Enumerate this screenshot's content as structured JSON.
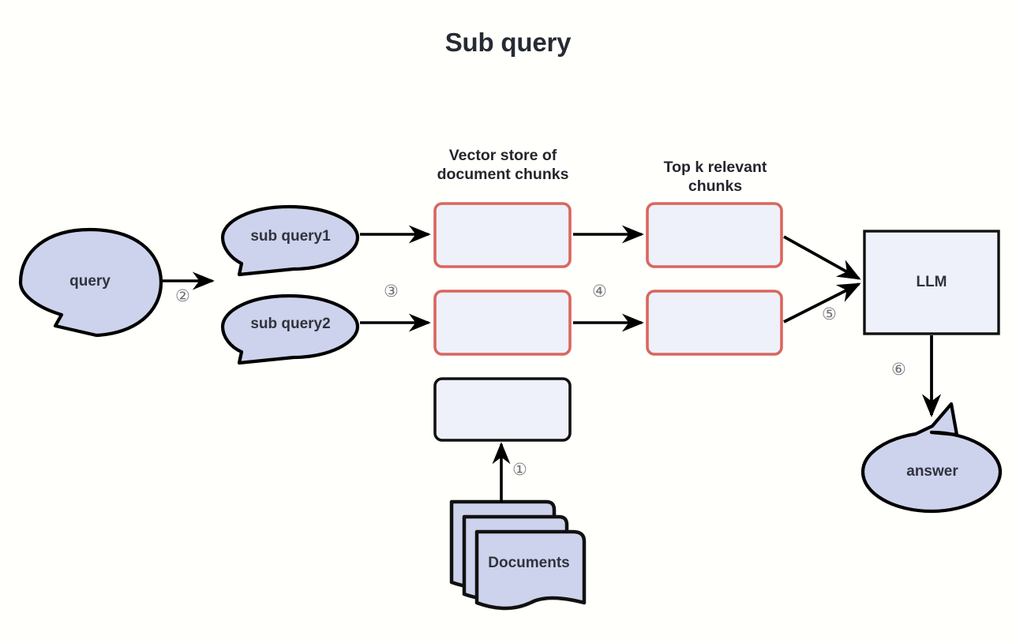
{
  "page": {
    "title": "Sub query",
    "background_color": "#fffffc",
    "text_color": "#262a33"
  },
  "palette": {
    "bubble_fill": "#cdd3ec",
    "bubble_stroke": "#000000",
    "box_fill": "#eef1f9",
    "box_stroke_red": "#d9665e",
    "box_stroke_black": "#111111",
    "arrow_color": "#000000",
    "step_marker_color": "#6f7278"
  },
  "captions": {
    "vector_store": "Vector store of\ndocument chunks",
    "top_k": "Top k relevant\nchunks"
  },
  "nodes": {
    "query": "query",
    "sub_query1": "sub query1",
    "sub_query2": "sub query2",
    "llm": "LLM",
    "answer": "answer",
    "documents": "Documents"
  },
  "steps": {
    "s1": "①",
    "s2": "②",
    "s3": "③",
    "s4": "④",
    "s5": "⑤",
    "s6": "⑥"
  },
  "flow": [
    {
      "step": "①",
      "from": "Documents",
      "to": "chunk-box-3"
    },
    {
      "step": "②",
      "from": "query",
      "to": "sub query1 / sub query2"
    },
    {
      "step": "③",
      "from": "sub query1 / sub query2",
      "to": "Vector store of document chunks"
    },
    {
      "step": "④",
      "from": "Vector store of document chunks",
      "to": "Top k relevant chunks"
    },
    {
      "step": "⑤",
      "from": "Top k relevant chunks",
      "to": "LLM"
    },
    {
      "step": "⑥",
      "from": "LLM",
      "to": "answer"
    }
  ]
}
